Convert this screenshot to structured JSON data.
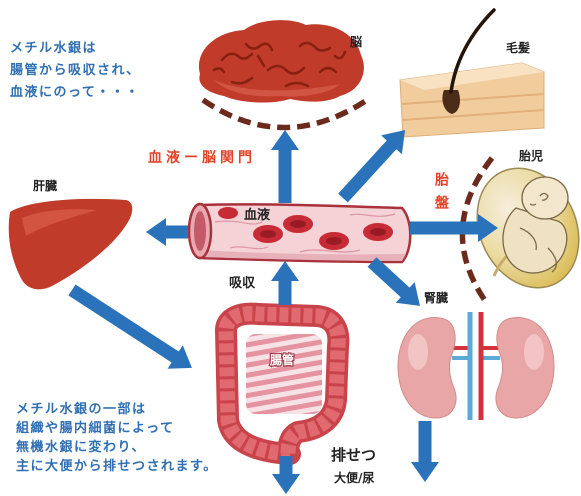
{
  "notes": {
    "absorption": [
      "メチル水銀は",
      "腸管から吸収され、",
      "血液にのって・・・"
    ],
    "excretion": [
      "メチル水銀の一部は",
      "組織や腸内細菌によって",
      "無機水銀に変わり、",
      "主に大便から排せつされます。"
    ]
  },
  "labels": {
    "brain": "脳",
    "hair": "毛髪",
    "blood_brain_barrier": "血液ー脳関門",
    "liver": "肝臓",
    "blood": "血液",
    "fetus": "胎児",
    "placenta": "胎盤",
    "absorption": "吸収",
    "kidney": "腎臓",
    "intestine": "腸管",
    "excretion": "排せつ",
    "excretion_routes": "大便/尿"
  },
  "colors": {
    "arrow": "#2a72b9",
    "note_text": "#2f6fb3",
    "red_label": "#e3432b",
    "barrier_dashes": "#6b2a1c",
    "organ_red": "#c13b2a"
  }
}
